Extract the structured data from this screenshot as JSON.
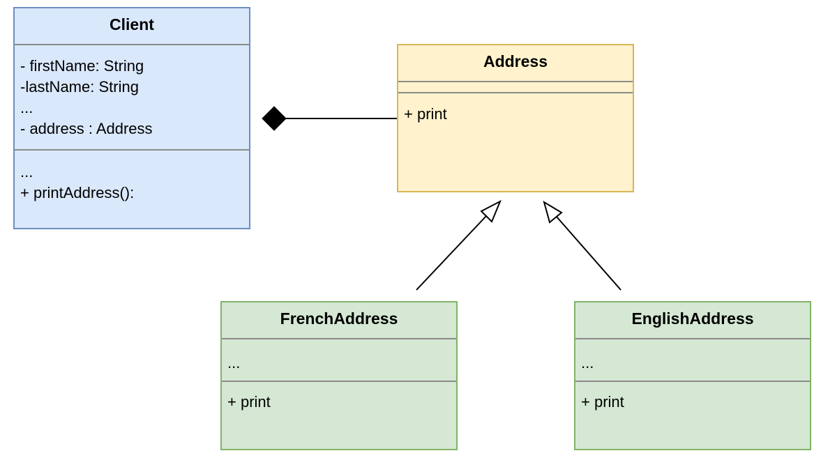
{
  "classes": {
    "client": {
      "name": "Client",
      "attributes": [
        "- firstName: String",
        "-lastName: String",
        "...",
        "- address : Address"
      ],
      "methods": [
        "...",
        "+ printAddress():"
      ]
    },
    "address": {
      "name": "Address",
      "attributes": [],
      "methods": [
        "+ print"
      ]
    },
    "french": {
      "name": "FrenchAddress",
      "attributes": [
        "..."
      ],
      "methods": [
        "+ print"
      ]
    },
    "english": {
      "name": "EnglishAddress",
      "attributes": [
        "..."
      ],
      "methods": [
        "+ print"
      ]
    }
  },
  "relations": [
    {
      "type": "composition",
      "whole": "Client",
      "part": "Address"
    },
    {
      "type": "generalization",
      "child": "FrenchAddress",
      "parent": "Address"
    },
    {
      "type": "generalization",
      "child": "EnglishAddress",
      "parent": "Address"
    }
  ],
  "colors": {
    "client_fill": "#dae8fc",
    "client_stroke": "#6c8ebf",
    "address_fill": "#fff2cc",
    "address_stroke": "#d6b656",
    "subclass_fill": "#d5e8d4",
    "subclass_stroke": "#82b366"
  }
}
